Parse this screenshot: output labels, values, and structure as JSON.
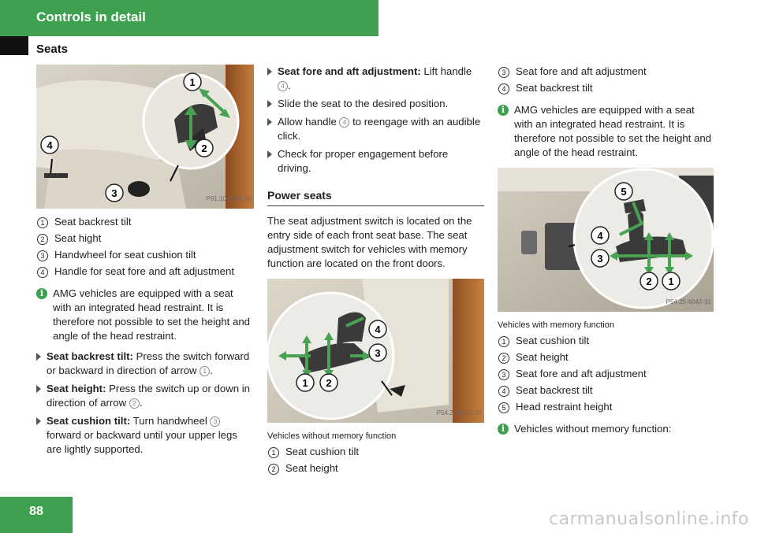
{
  "header": {
    "section": "Controls in detail",
    "subsection": "Seats"
  },
  "page_number": "88",
  "watermark": "carmanualsonline.info",
  "colors": {
    "brand_green": "#3da14f",
    "arrow_green": "#49a254"
  },
  "col1": {
    "image_ref": "P91.10-2499-31",
    "image_labels": [
      "1",
      "2",
      "3",
      "4"
    ],
    "legend": [
      {
        "n": "1",
        "text": "Seat backrest tilt"
      },
      {
        "n": "2",
        "text": "Seat hight"
      },
      {
        "n": "3",
        "text": "Handwheel for seat cushion tilt"
      },
      {
        "n": "4",
        "text": "Handle for seat fore and aft adjustment"
      }
    ],
    "info": "AMG vehicles are equipped with a seat with an integrated head restraint. It is therefore not possible to set the height and angle of the head restraint.",
    "steps": [
      {
        "bold": "Seat backrest tilt:",
        "pre": " Press the switch forward or backward in direction of arrow ",
        "ref": "1",
        "post": "."
      },
      {
        "bold": "Seat height:",
        "pre": " Press the switch up or down in direction of arrow ",
        "ref": "2",
        "post": "."
      },
      {
        "bold": "Seat cushion tilt:",
        "pre": " Turn handwheel ",
        "ref": "3",
        "post": " forward or backward until your upper legs are lightly supported."
      }
    ]
  },
  "col2": {
    "steps": [
      {
        "bold": "Seat fore and aft adjustment:",
        "pre": " Lift handle ",
        "ref": "4",
        "post": "."
      },
      {
        "bold": "",
        "pre": "Slide the seat to the desired position.",
        "ref": "",
        "post": ""
      },
      {
        "bold": "",
        "pre": "Allow handle ",
        "ref": "4",
        "post": " to reengage with an audible click."
      },
      {
        "bold": "",
        "pre": "Check for proper engagement before driving.",
        "ref": "",
        "post": ""
      }
    ],
    "section_title": "Power seats",
    "paragraph": "The seat adjustment switch is located on the entry side of each front seat base. The seat adjustment switch for vehicles with memory function are located on the front doors.",
    "image_ref": "P54.25-6041-31",
    "image_labels": [
      "1",
      "2",
      "3",
      "4"
    ],
    "caption": "Vehicles without memory function",
    "legend": [
      {
        "n": "1",
        "text": "Seat cushion tilt"
      },
      {
        "n": "2",
        "text": "Seat height"
      }
    ]
  },
  "col3": {
    "legend_top": [
      {
        "n": "3",
        "text": "Seat fore and aft adjustment"
      },
      {
        "n": "4",
        "text": "Seat backrest tilt"
      }
    ],
    "info": "AMG vehicles are equipped with a seat with an integrated head restraint. It is therefore not possible to set the height and angle of the head restraint.",
    "image_ref": "P54.25-6042-31",
    "image_labels": [
      "1",
      "2",
      "3",
      "4",
      "5"
    ],
    "caption": "Vehicles with memory function",
    "legend": [
      {
        "n": "1",
        "text": "Seat cushion tilt"
      },
      {
        "n": "2",
        "text": "Seat height"
      },
      {
        "n": "3",
        "text": "Seat fore and aft adjustment"
      },
      {
        "n": "4",
        "text": "Seat backrest tilt"
      },
      {
        "n": "5",
        "text": "Head restraint height"
      }
    ],
    "info2": "Vehicles without memory function:"
  }
}
